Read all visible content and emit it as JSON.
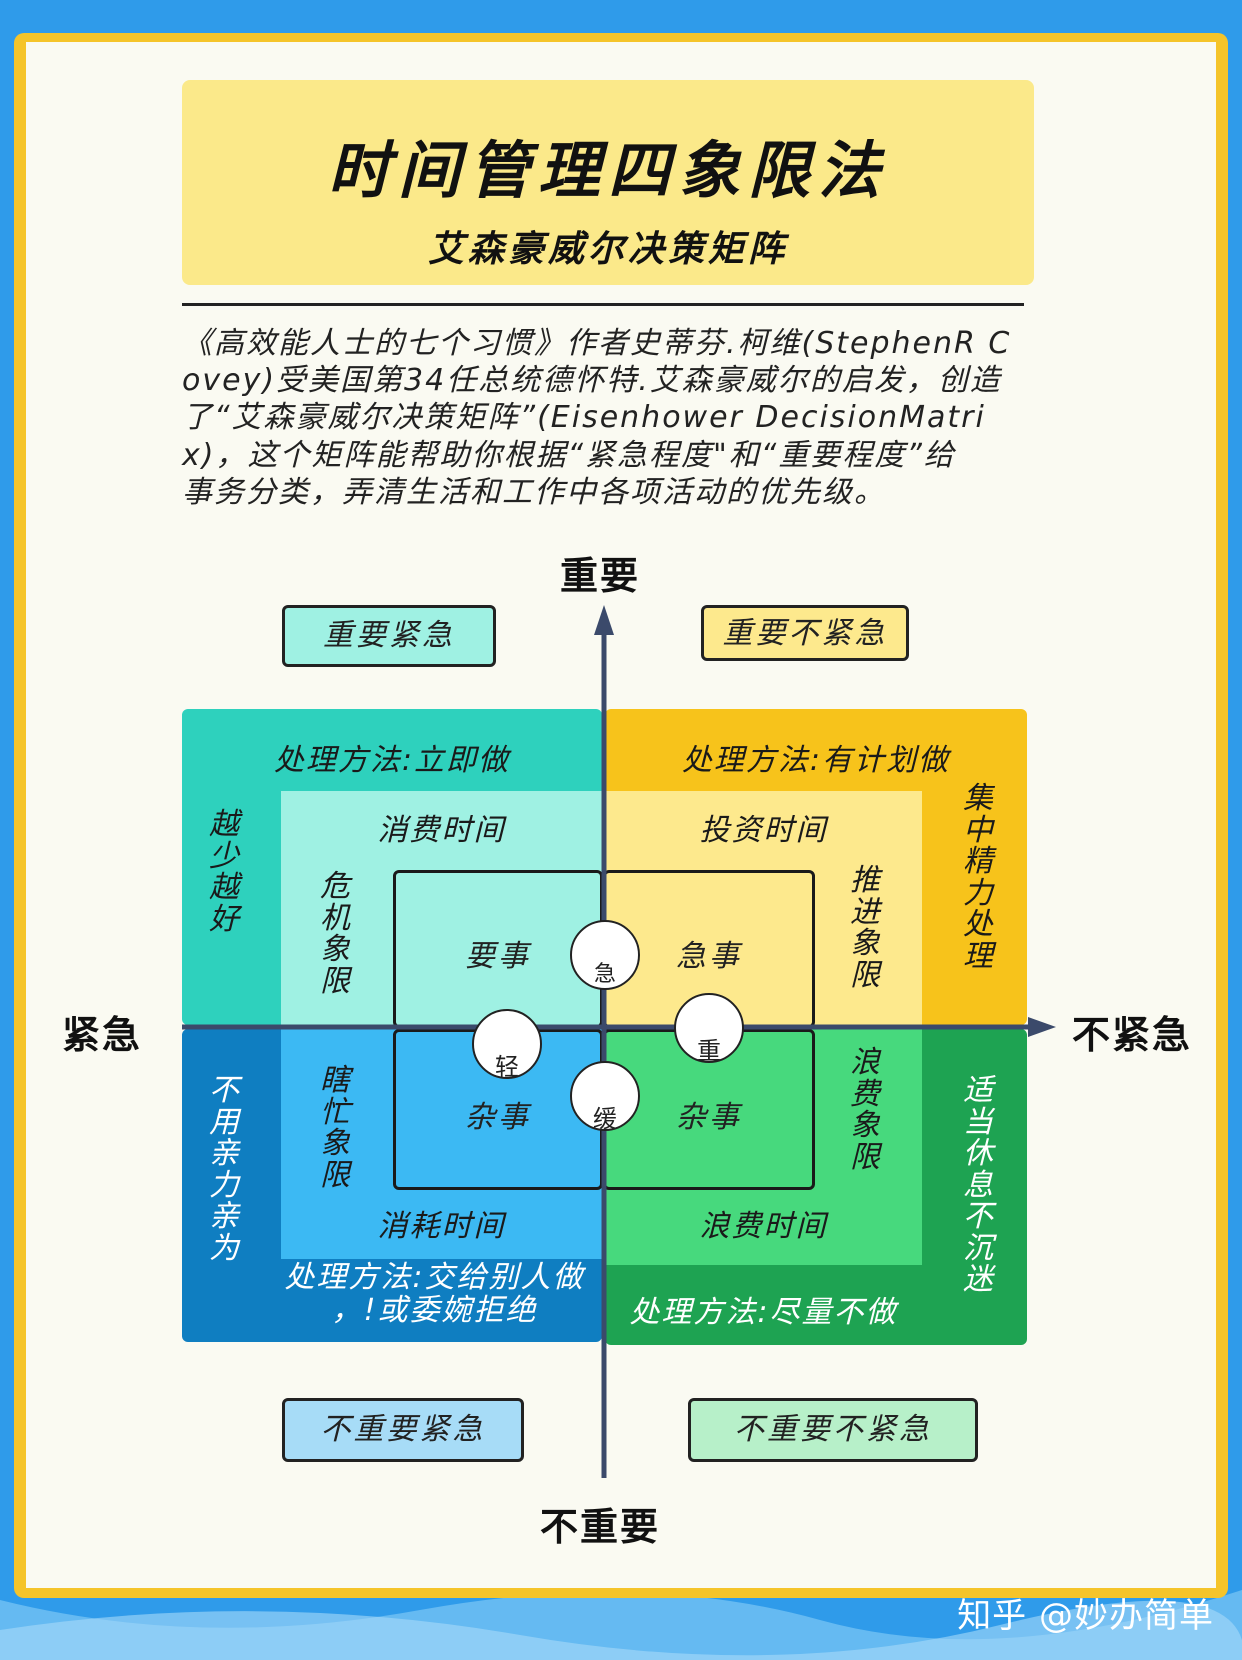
{
  "header": {
    "title": "时间管理四象限法",
    "subtitle": "艾森豪威尔决策矩阵"
  },
  "intro": {
    "line1": "《高效能人士的七个习惯》作者史蒂芬.柯维(StephenR C",
    "line2": "ovey)受美国第34任总统德怀特.艾森豪威尔的启发，创造",
    "line3": "了“艾森豪威尔决策矩阵”(Eisenhower DecisionMatri",
    "line4": "x)，这个矩阵能帮助你根据“紧急程度\"和“重要程度”给",
    "line5": "事务分类，弄清生活和工作中各项活动的优先级。"
  },
  "axes": {
    "top": "重要",
    "bottom": "不重要",
    "left": "紧急",
    "right": "不紧急"
  },
  "badges": {
    "top_left": "重要紧急",
    "top_right": "重要不紧急",
    "bottom_left": "不重要紧急",
    "bottom_right": "不重要不紧急"
  },
  "quadrants": {
    "q1": {
      "method": "处理方法:立即做",
      "side": "越少越好",
      "inner_title": "消费时间",
      "inner_side": "危机象限",
      "core": "要事"
    },
    "q2": {
      "method": "处理方法:有计划做",
      "side": "集中精力处理",
      "inner_title": "投资时间",
      "inner_side": "推进象限",
      "core": "急事"
    },
    "q3": {
      "method": "处理方法:交给别人做，!或委婉拒绝",
      "method_line1": "处理方法:交给别人做",
      "method_line2": "，!或委婉拒绝",
      "side": "不用亲力亲为",
      "inner_title": "消耗时间",
      "inner_side": "瞎忙象限",
      "core": "杂事"
    },
    "q4": {
      "method": "处理方法:尽量不做",
      "side": "适当休息不沉迷",
      "inner_title": "浪费时间",
      "inner_side": "浪费象限",
      "core": "杂事"
    }
  },
  "circles": {
    "urgent": "急",
    "important": "重",
    "light": "轻",
    "slow": "缓"
  },
  "watermark": "知乎 @妙办简单",
  "colors": {
    "frame_yellow": "#f5c42a",
    "background_blue": "#2f9bea",
    "q1_outer": "#2ed1bd",
    "q1_inner": "#9ff1e3",
    "q2_outer": "#f7c31b",
    "q2_inner": "#fde98d",
    "q3_outer": "#0f7ec1",
    "q3_inner": "#3cb9f3",
    "q4_outer": "#1ea352",
    "q4_inner": "#47d97d",
    "axis": "#3b4a6b"
  }
}
